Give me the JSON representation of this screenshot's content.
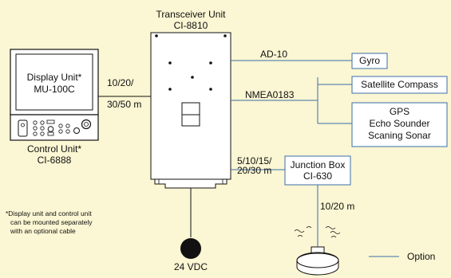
{
  "transceiver": {
    "title": "Transceiver Unit",
    "model": "CI-8810"
  },
  "display": {
    "line1": "Display Unit*",
    "line2": "MU-100C"
  },
  "control": {
    "line1": "Control Unit*",
    "line2": "CI-6888"
  },
  "cable_display": {
    "line1": "10/20/",
    "line2": "30/50 m"
  },
  "cable_junction": {
    "line1": "5/10/15/",
    "line2": "20/30 m"
  },
  "cable_sensor": "10/20 m",
  "ad10": "AD-10",
  "nmea": "NMEA0183",
  "gyro": "Gyro",
  "satellite_compass": "Satellite Compass",
  "gps_group": {
    "line1": "GPS",
    "line2": "Echo Sounder",
    "line3": "Scaning Sonar"
  },
  "junction": {
    "line1": "Junction Box",
    "line2": "CI-630"
  },
  "power": "24 VDC",
  "footnote": {
    "line1": "*Display unit and control unit",
    "line2": "can be mounted separately",
    "line3": "with an optional cable"
  },
  "legend": "Option",
  "colors": {
    "background": "#fbf6d3",
    "line": "#111111",
    "option_line": "#3b6fa8",
    "unit_fill": "#ffffff"
  }
}
